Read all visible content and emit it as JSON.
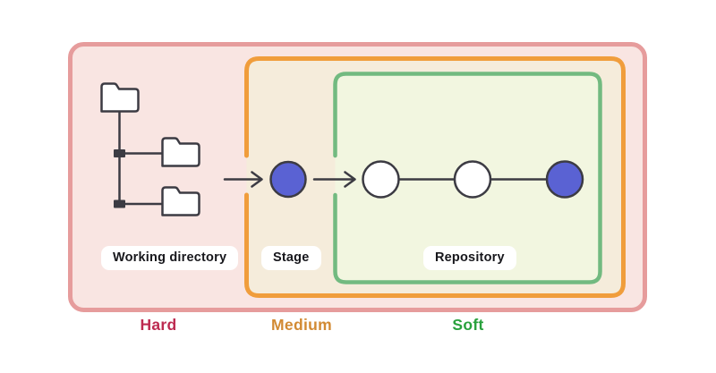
{
  "diagram": {
    "title": "Git reset zones diagram",
    "zones": [
      {
        "name": "hard",
        "label": "Hard",
        "border_color": "#e69c9c",
        "fill_color": "#f9e5e2",
        "label_color": "#bd2a50"
      },
      {
        "name": "medium",
        "label": "Medium",
        "border_color": "#f09d3c",
        "fill_color": "#f5ecdb",
        "label_color": "#d28a33"
      },
      {
        "name": "soft",
        "label": "Soft",
        "border_color": "#72ba80",
        "fill_color": "#f2f6e0",
        "label_color": "#29a13d"
      }
    ],
    "areas": [
      {
        "name": "working-directory",
        "label": "Working directory",
        "icon": "folder-tree-icon"
      },
      {
        "name": "stage",
        "label": "Stage",
        "icon": "commit-node-icon"
      },
      {
        "name": "repository",
        "label": "Repository",
        "icon": "commit-chain-icon"
      }
    ],
    "nodes": {
      "stage_node_color": "#5a62d3",
      "repository_node_colors": [
        "#ffffff",
        "#ffffff",
        "#5a62d3"
      ],
      "stroke_color": "#3c3b43",
      "pill_background": "#ffffff",
      "pill_text_color": "#17171c"
    },
    "arrows": [
      {
        "name": "working-directory-to-stage"
      },
      {
        "name": "stage-to-repository"
      }
    ]
  }
}
